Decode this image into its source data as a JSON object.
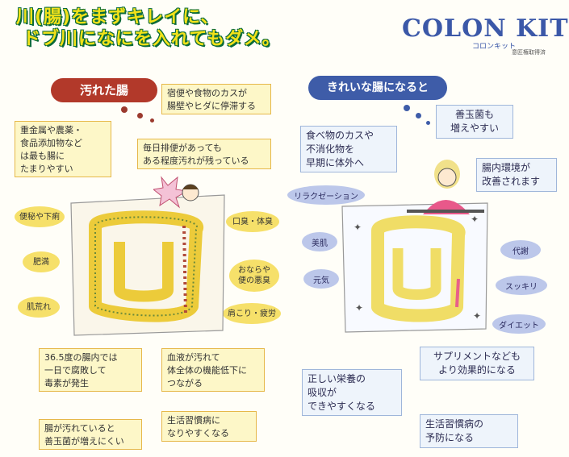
{
  "headline": {
    "line1": "川(腸)をまずキレイに、",
    "line2": "ドブ川になにを入れてもダメ。"
  },
  "brand": {
    "title": "COLON KIT",
    "subtitle": "コロンキット",
    "note": "意匠権取得済"
  },
  "left": {
    "heading": "汚れた腸",
    "notes": {
      "stool": "宿便や食物のカスが\n腸壁やヒダに停滞する",
      "heavy_metal": "重金属や農薬・\n食品添加物など\nは最も腸に\nたまりやすい",
      "daily": "毎日排便があっても\nある程度汚れが残っている",
      "temp": "36.5度の腸内では\n一日で腐敗して\n毒素が発生",
      "blood": "血液が汚れて\n体全体の機能低下に\nつながる",
      "bacteria": "腸が汚れていると\n善玉菌が増えにくい",
      "lifestyle": "生活習慣病に\nなりやすくなる"
    },
    "symptoms": {
      "constipation": "便秘や下痢",
      "obesity": "肥満",
      "skin": "肌荒れ",
      "breath": "口臭・体臭",
      "gas": "おならや\n便の悪臭",
      "shoulder": "肩こり・疲労"
    }
  },
  "right": {
    "heading": "きれいな腸になると",
    "notes": {
      "excrete": "食べ物のカスや\n不消化物を\n早期に体外へ",
      "good_bacteria": "善玉菌も\n増えやすい",
      "environment": "腸内環境が\n改善されます",
      "supplement": "サプリメントなども\nより効果的になる",
      "nutrition": "正しい栄養の\n吸収が\nできやすくなる",
      "prevention": "生活習慣病の\n予防になる"
    },
    "benefits": {
      "relax": "リラクゼーション",
      "skin": "美肌",
      "energy": "元気",
      "metabolism": "代謝",
      "refresh": "スッキリ",
      "diet": "ダイエット"
    }
  },
  "colors": {
    "accent_green": "#0b6b3a",
    "headline_yellow": "#f2e21a",
    "brand_blue": "#3b58a8",
    "dirty_red": "#b2392a",
    "clean_blue": "#3e5ca8"
  }
}
